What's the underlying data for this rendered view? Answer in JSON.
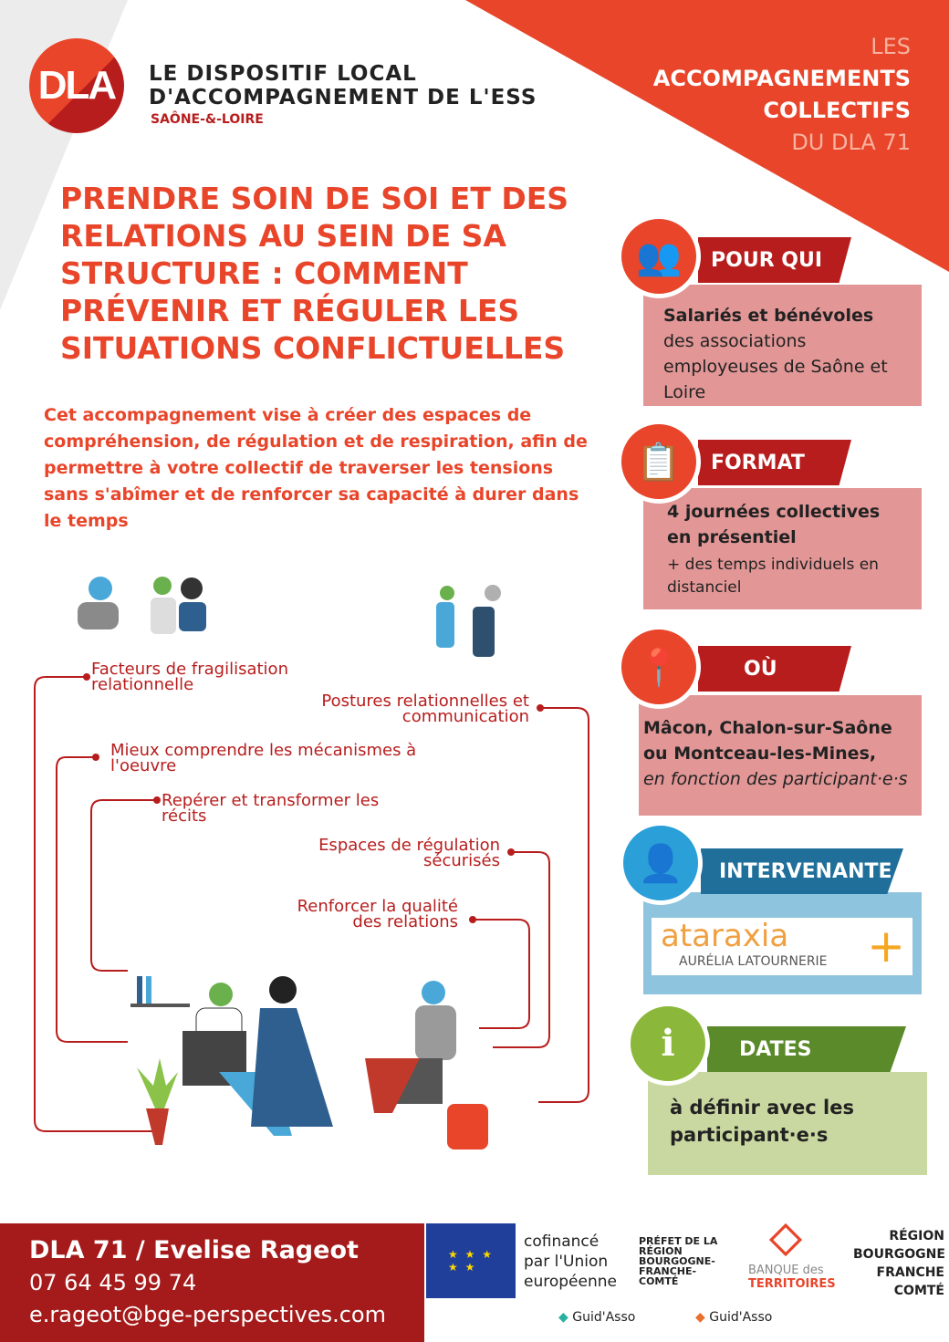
{
  "header": {
    "org_line1": "LE DISPOSITIF LOCAL",
    "org_line2": "D'ACCOMPAGNEMENT DE L'ESS",
    "org_region": "SAÔNE-&-LOIRE",
    "logo_text": "DLA",
    "series_line1": "LES",
    "series_line2": "ACCOMPAGNEMENTS",
    "series_line3": "COLLECTIFS",
    "series_line4": "DU DLA 71"
  },
  "title": "Prendre soin de soi et des relations au sein de sa structure : comment prévenir et réguler les situations conflictuelles",
  "intro": "Cet accompagnement vise à créer des espaces de compréhension, de régulation et de respiration, afin de permettre à votre collectif de traverser les tensions sans s'abîmer et de renforcer sa capacité à durer dans le temps",
  "steps": [
    "Facteurs de fragilisation relationnelle",
    "Postures relationnelles et communication",
    "Mieux comprendre les mécanismes à l'oeuvre",
    "Repérer et transformer les récits",
    "Espaces de régulation sécurisés",
    "Renforcer la qualité des relations"
  ],
  "cards": {
    "pour_qui": {
      "label": "POUR QUI",
      "bold": "Salariés et bénévoles",
      "text": " des associations employeuses de Saône et Loire"
    },
    "format": {
      "label": "FORMAT",
      "bold": "4 journées collectives en présentiel",
      "text": "+ des temps individuels en distanciel"
    },
    "ou": {
      "label": "OÙ",
      "bold": "Mâcon, Chalon-sur-Saône ou Montceau-les-Mines,",
      "text": "en fonction des participant·e·s"
    },
    "intervenante": {
      "label": "INTERVENANTE",
      "logo": "ataraxia",
      "name": "AURÉLIA LATOURNERIE"
    },
    "dates": {
      "label": "DATES",
      "text": "à définir avec les participant·e·s"
    }
  },
  "footer": {
    "name": "DLA 71 / Evelise Rageot",
    "phone": "07 64 45 99 74",
    "email": "e.rageot@bge-perspectives.com"
  },
  "partners": {
    "eu": "cofinancé par l'Union européenne",
    "prefet": "PRÉFET DE LA RÉGION BOURGOGNE-FRANCHE-COMTÉ",
    "banque1": "BANQUE des",
    "banque2": "TERRITOIRES",
    "region": "RÉGION BOURGOGNE FRANCHE COMTÉ",
    "guid1": "Guid'Asso",
    "guid2": "Guid'Asso"
  },
  "colors": {
    "orange": "#e8452a",
    "red": "#b81d1d",
    "pink": "#e29696",
    "blue": "#8fc4df",
    "green": "#c9d8a0"
  }
}
